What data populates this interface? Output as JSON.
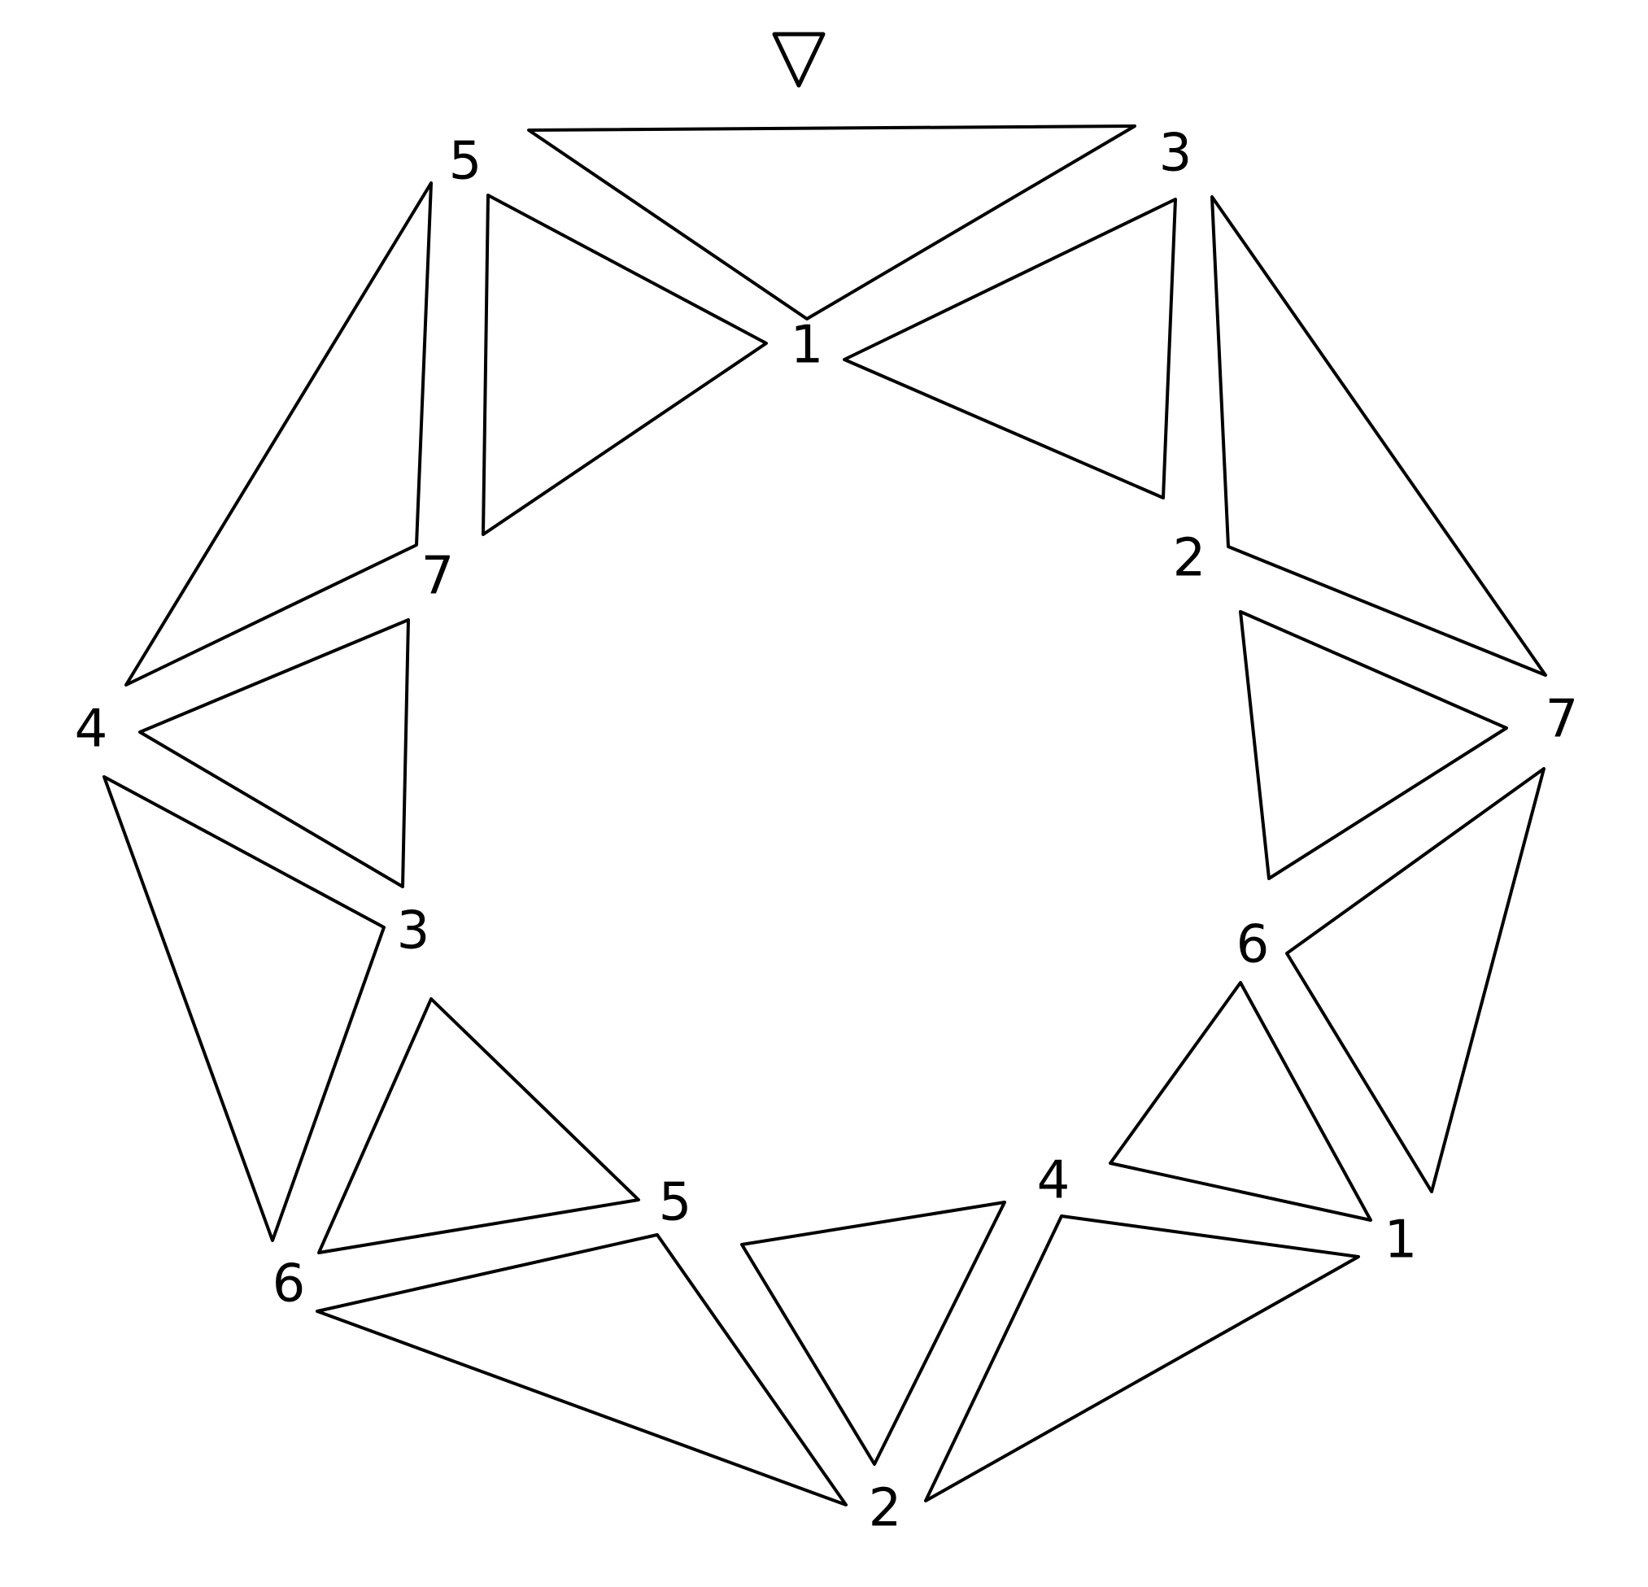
{
  "diagram": {
    "top_marker": "triangle-pointing-down",
    "stroke_color": "#000000",
    "background_color": "#ffffff",
    "vertex_labels": {
      "top_left_5": "5",
      "top_right_3": "3",
      "top_center_1": "1",
      "left_upper_7": "7",
      "right_upper_2": "2",
      "left_4": "4",
      "right_7": "7",
      "left_lower_3": "3",
      "right_lower_6": "6",
      "bottom_left_6": "6",
      "bottom_center_left_5": "5",
      "bottom_center_right_4": "4",
      "bottom_right_1": "1",
      "bottom_2": "2"
    }
  }
}
